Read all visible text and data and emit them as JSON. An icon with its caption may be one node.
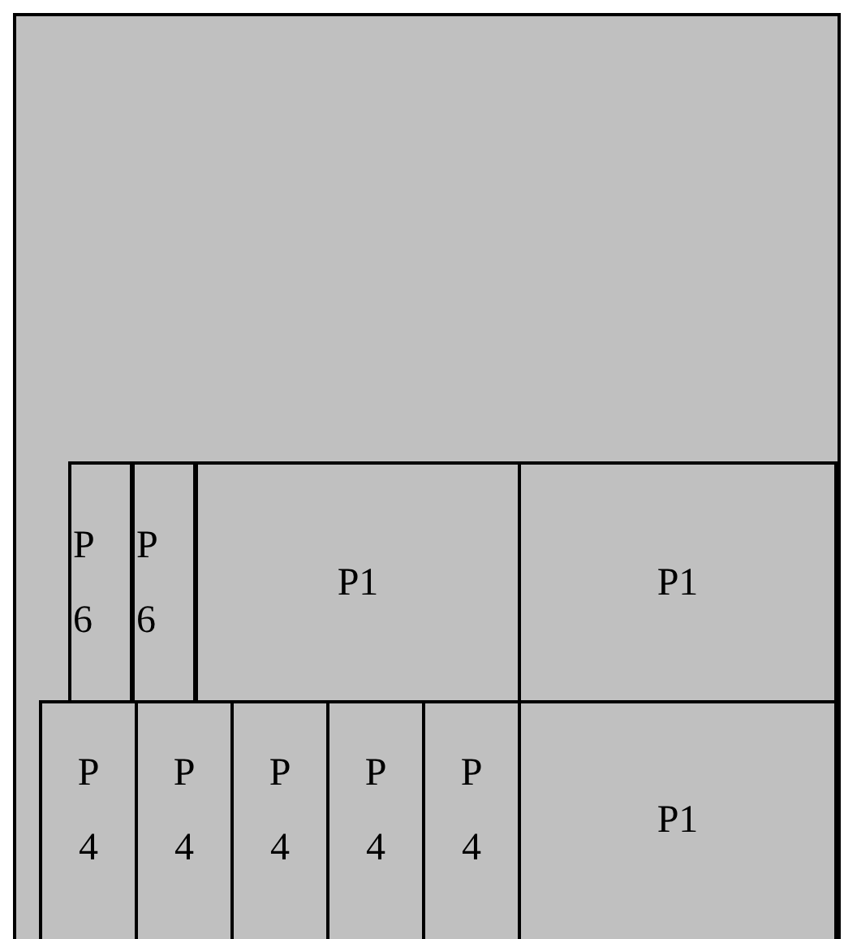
{
  "diagram": {
    "nodes": [
      {
        "text": [],
        "shape": "box"
      },
      {
        "text": [
          "P6"
        ],
        "in": 0
      },
      {
        "text": [
          "P6"
        ],
        "in": 0
      },
      {
        "text": [
          "P1"
        ],
        "in": 0
      },
      {
        "text": [
          "P1"
        ],
        "in": 0
      },
      {
        "text": [
          "P4"
        ],
        "in": 0
      },
      {
        "text": [
          "P4"
        ],
        "in": 0
      },
      {
        "text": [
          "P4"
        ],
        "in": 0
      },
      {
        "text": [
          "P4"
        ],
        "in": 0
      },
      {
        "text": [
          "P4"
        ],
        "in": 0
      },
      {
        "text": [
          "P1"
        ],
        "in": 0
      }
    ]
  }
}
